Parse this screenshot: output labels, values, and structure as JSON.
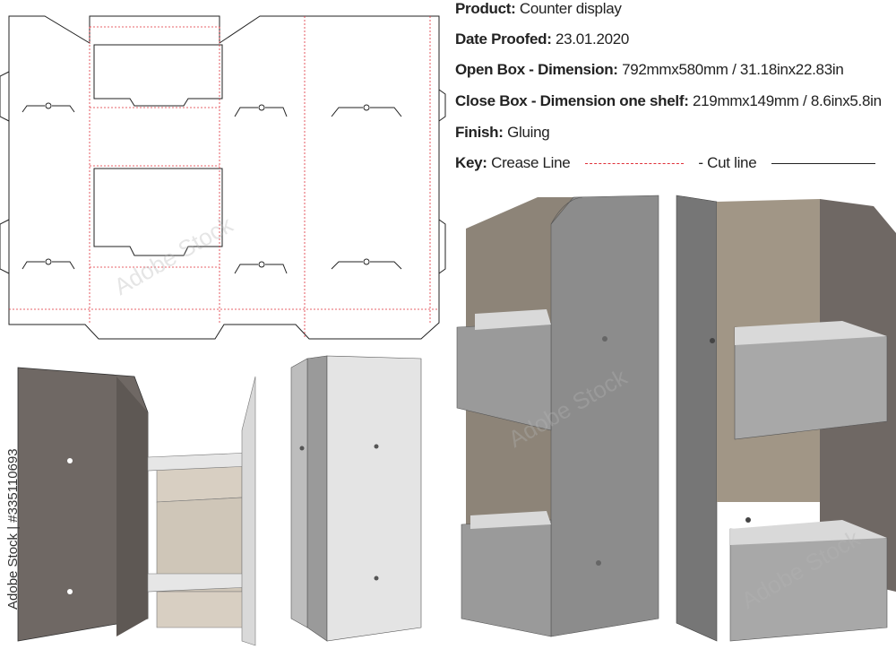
{
  "specs": {
    "product_label": "Product:",
    "product_value": "Counter display",
    "date_label": "Date Proofed:",
    "date_value": "23.01.2020",
    "open_label": "Open Box - Dimension:",
    "open_value": "792mmx580mm / 31.18inx22.83in",
    "close_label": "Close Box - Dimension one shelf:",
    "close_value": "219mmx149mm / 8.6inx5.8in",
    "finish_label": "Finish:",
    "finish_value": "Gluing",
    "key_label": "Key:",
    "crease_label": "Crease Line",
    "cut_label": "- Cut line"
  },
  "stock_id": "Adobe Stock | #335110693",
  "watermark": "Adobe Stock",
  "colors": {
    "crease": "#e0303a",
    "cut": "#222222",
    "panel_dark": "#6f6864",
    "panel_mid": "#8c8c8c",
    "panel_light": "#c8c8c8",
    "panel_tan": "#cfc6b8"
  }
}
